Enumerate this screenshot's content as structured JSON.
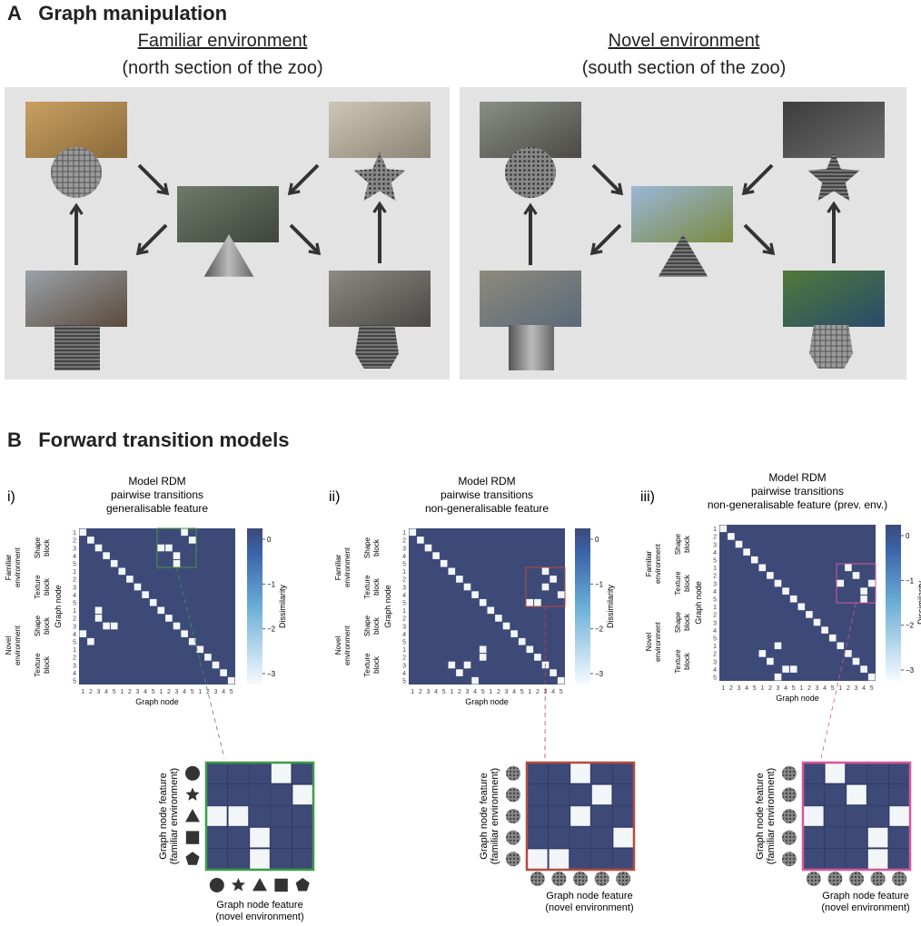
{
  "panel_a": {
    "letter": "A",
    "title": "Graph manipulation",
    "familiar": {
      "title": "Familiar environment",
      "subtitle": "(north section of the zoo)"
    },
    "novel": {
      "title": "Novel environment",
      "subtitle": "(south section of the zoo)"
    }
  },
  "panel_b": {
    "letter": "B",
    "title": "Forward transition models",
    "colorbar": {
      "label": "Dissimilarity",
      "ticks": [
        "0",
        "−1",
        "−2",
        "−3"
      ]
    },
    "node_ticks": [
      "1",
      "2",
      "3",
      "4",
      "5"
    ],
    "axis_label": "Graph node",
    "block_labels": {
      "shape": [
        "Shape",
        "block"
      ],
      "texture": [
        "Texture",
        "block"
      ],
      "familiar": [
        "Familiar",
        "environment"
      ],
      "novel": [
        "Novel",
        "environment"
      ]
    },
    "models": [
      {
        "numeral": "i)",
        "title": [
          "Model RDM",
          "pairwise transitions",
          "generalisable feature"
        ],
        "accent": "#3f9a45",
        "highlight": {
          "rows": [
            0,
            4
          ],
          "cols": [
            10,
            14
          ]
        },
        "off_diagonal": [
          [
            0,
            13
          ],
          [
            1,
            14
          ],
          [
            2,
            10
          ],
          [
            2,
            11
          ],
          [
            3,
            12
          ],
          [
            4,
            12
          ]
        ],
        "inset": {
          "cells": [
            [
              0,
              3
            ],
            [
              1,
              4
            ],
            [
              2,
              0
            ],
            [
              2,
              1
            ],
            [
              3,
              2
            ],
            [
              4,
              2
            ]
          ],
          "feature_type": "shape",
          "ylabel": [
            "Graph node feature",
            "(familiar environment)"
          ],
          "xlabel": [
            "Graph node feature",
            "(novel environment)"
          ]
        }
      },
      {
        "numeral": "ii)",
        "title": [
          "Model RDM",
          "pairwise transitions",
          "non-generalisable feature"
        ],
        "accent": "#b84a3c",
        "highlight": {
          "rows": [
            5,
            9
          ],
          "cols": [
            15,
            19
          ]
        },
        "off_diagonal": [
          [
            5,
            17
          ],
          [
            6,
            18
          ],
          [
            7,
            17
          ],
          [
            8,
            19
          ],
          [
            9,
            15
          ],
          [
            9,
            16
          ]
        ],
        "inset": {
          "cells": [
            [
              0,
              2
            ],
            [
              1,
              3
            ],
            [
              2,
              2
            ],
            [
              3,
              4
            ],
            [
              4,
              0
            ],
            [
              4,
              1
            ]
          ],
          "feature_type": "texture",
          "ylabel": [
            "Graph node feature",
            "(familiar environment)"
          ],
          "xlabel": [
            "Graph node feature",
            "(novel environment)"
          ]
        }
      },
      {
        "numeral": "iii)",
        "title": [
          "Model RDM",
          "pairwise transitions",
          "non-generalisable feature (prev. env.)"
        ],
        "accent": "#d6579c",
        "highlight": {
          "rows": [
            5,
            9
          ],
          "cols": [
            15,
            19
          ]
        },
        "off_diagonal": [
          [
            5,
            16
          ],
          [
            6,
            17
          ],
          [
            7,
            15
          ],
          [
            7,
            19
          ],
          [
            8,
            18
          ],
          [
            9,
            18
          ]
        ],
        "inset": {
          "cells": [
            [
              0,
              1
            ],
            [
              1,
              2
            ],
            [
              2,
              0
            ],
            [
              2,
              4
            ],
            [
              3,
              3
            ],
            [
              4,
              3
            ]
          ],
          "feature_type": "texture",
          "ylabel": [
            "Graph node feature",
            "(familiar environment)"
          ],
          "xlabel": [
            "Graph node feature",
            "(novel environment)"
          ]
        }
      }
    ],
    "colors": {
      "cell": "#3d4a78",
      "white": "#f3f6f9",
      "cbar_top": "#2f4f8c",
      "cbar_bottom": "#f7fbff"
    }
  }
}
